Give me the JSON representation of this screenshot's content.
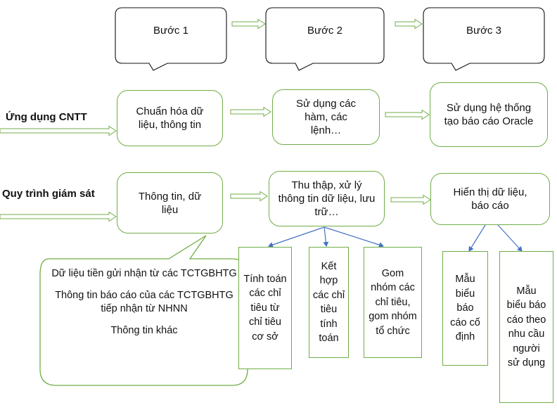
{
  "steps": [
    "Bước 1",
    "Bước 2",
    "Bước 3"
  ],
  "rows": {
    "cntt": {
      "label": "Ứng dụng CNTT",
      "boxes": [
        "Chuẩn hóa dữ liệu, thông tin",
        "Sử dụng các hàm, các lệnh…",
        "Sử dụng hệ thống tạo báo cáo Oracle"
      ]
    },
    "supervision": {
      "label": "Quy trình giám sát",
      "boxes": [
        "Thông tin, dữ liệu",
        "Thu thập, xử lý thông tin dữ liệu, lưu trữ…",
        "Hiển thị dữ liệu, báo cáo"
      ]
    }
  },
  "sub_boxes": {
    "processing": [
      "Tính toán các chỉ tiêu từ chỉ tiêu cơ sở",
      "Kết hợp các chỉ tiêu tính toán",
      "Gom nhóm các chỉ tiêu, gom nhóm tổ chức"
    ],
    "reporting": [
      "Mẫu biểu báo cáo cố định",
      "Mẫu biểu báo cáo theo nhu cầu người sử dụng"
    ]
  },
  "callout": [
    "Dữ liệu tiền gửi nhận từ các TCTGBHTG",
    "Thông tin báo cáo của các TCTGBHTG tiếp nhận từ NHNN",
    "Thông tin khác"
  ],
  "colors": {
    "border": "#70ad47",
    "connector": "#4472c4"
  }
}
